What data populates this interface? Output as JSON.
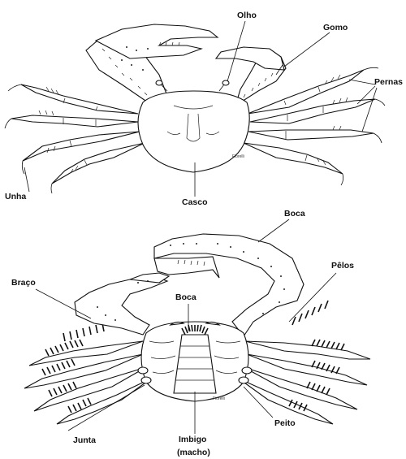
{
  "dorsal_view": {
    "labels": {
      "olho": "Olho",
      "gomo": "Gomo",
      "pernas": "Pernas",
      "unha": "Unha",
      "casco": "Casco"
    },
    "signature": "Fiorelli"
  },
  "ventral_view": {
    "labels": {
      "boca_top": "Boca",
      "pelos": "Pêlos",
      "braco": "Braço",
      "boca_center": "Boca",
      "peito": "Peito",
      "junta": "Junta",
      "imbigo": "Imbigo",
      "macho": "(macho)"
    },
    "signature": "Fiorelli"
  },
  "colors": {
    "ink": "#111111",
    "background": "#ffffff"
  }
}
